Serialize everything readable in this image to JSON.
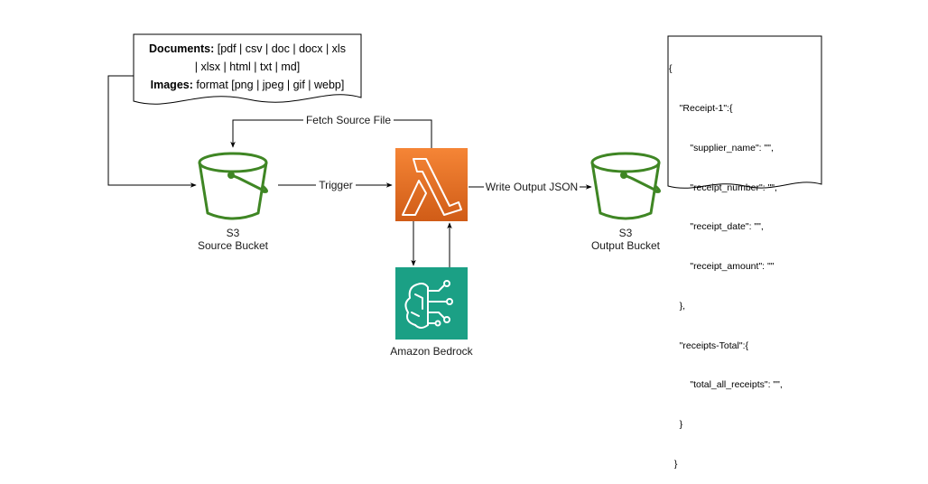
{
  "input_note": {
    "documents_label": "Documents:",
    "documents_line1": " [pdf | csv | doc | docx | xls",
    "documents_line2": "| xlsx | html | txt | md]",
    "images_label": "Images:",
    "images_formats": " format [png | jpeg | gif | webp]"
  },
  "source_bucket": {
    "line1": "S3",
    "line2": "Source Bucket"
  },
  "output_bucket": {
    "line1": "S3",
    "line2": "Output Bucket"
  },
  "lambda": {
    "name": "lambda-icon"
  },
  "bedrock": {
    "label": "Amazon Bedrock"
  },
  "edges": {
    "fetch": "Fetch Source File",
    "trigger": "Trigger",
    "write": "Write Output JSON"
  },
  "output_json": {
    "lines": [
      "{",
      "    \"Receipt-1\":{",
      "        \"supplier_name\": \"\",",
      "        \"receipt_number\": \"\",",
      "        \"receipt_date\": \"\",",
      "        \"receipt_amount\": \"\"",
      "    },",
      "    \"receipts-Total\":{",
      "        \"total_all_receipts\": \"\",",
      "    }",
      "  }"
    ]
  },
  "colors": {
    "s3_green": "#3f8624",
    "lambda_orange_top": "#f58536",
    "lambda_orange_bottom": "#d05c17",
    "bedrock_teal": "#1ba085"
  }
}
